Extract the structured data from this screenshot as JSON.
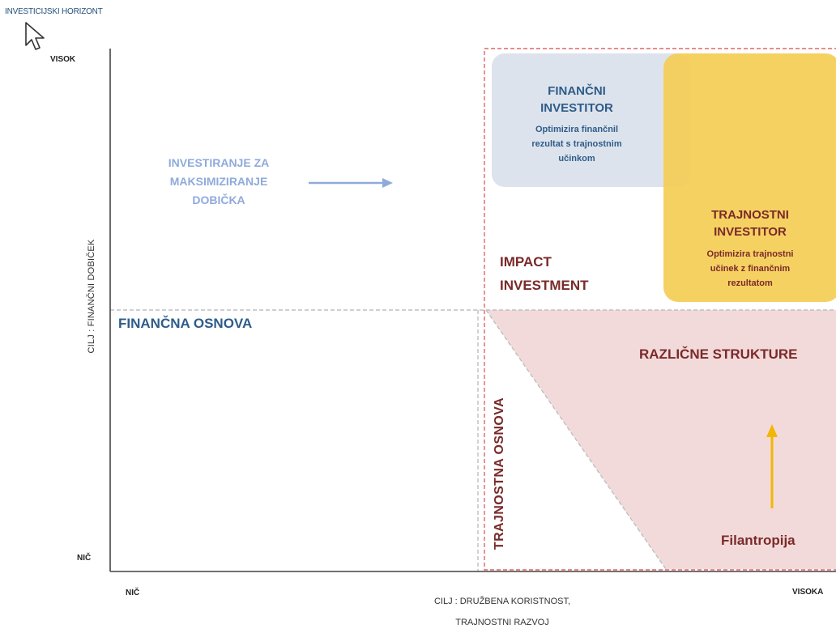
{
  "header": {
    "title": "INVESTICIJSKI HORIZONT"
  },
  "axes": {
    "y_label": "CILJ : FINANČNI DOBIČEK",
    "y_high": "VISOK",
    "y_low": "NIČ",
    "x_low": "NIČ",
    "x_high": "VISOKA",
    "x_label_line1": "CILJ : DRUŽBENA KORISTNOST,",
    "x_label_line2": "TRAJNOSTNI RAZVOJ"
  },
  "quadrants": {
    "top_left": {
      "line1": "INVESTIRANJE ZA",
      "line2": "MAKSIMIZIRANJE",
      "line3": "DOBIČKA"
    },
    "impact": {
      "line1": "IMPACT",
      "line2": "INVESTMENT"
    },
    "bottom_left": "FINANČNA OSNOVA",
    "bottom_middle": "TRAJNOSTNA  OSNOVA",
    "bottom_right_title": "RAZLIČNE STRUKTURE",
    "bottom_right_base": "Filantropija"
  },
  "boxes": {
    "financial_investor": {
      "title_line1": "FINANČNI",
      "title_line2": "INVESTITOR",
      "sub_line1": "Optimizira finančnil",
      "sub_line2": "rezultat s trajnostnim",
      "sub_line3": "učinkom"
    },
    "sustainable_investor": {
      "title_line1": "TRAJNOSTNI",
      "title_line2": "INVESTITOR",
      "sub_line1": "Optimizira trajnostni",
      "sub_line2": "učinek z finančnim",
      "sub_line3": "rezultatom"
    }
  },
  "colors": {
    "axis": "#444444",
    "dashed_grey": "#bfbfbf",
    "dashed_red": "#e06666",
    "fin_box": "#dde3ec",
    "traj_box": "#f4cd55",
    "pink_area": "#f3dada",
    "arrow_blue": "#8faadc",
    "arrow_yellow": "#f2b705",
    "text_blue_dark": "#2e5c8a",
    "text_brown": "#7a2a2a"
  }
}
